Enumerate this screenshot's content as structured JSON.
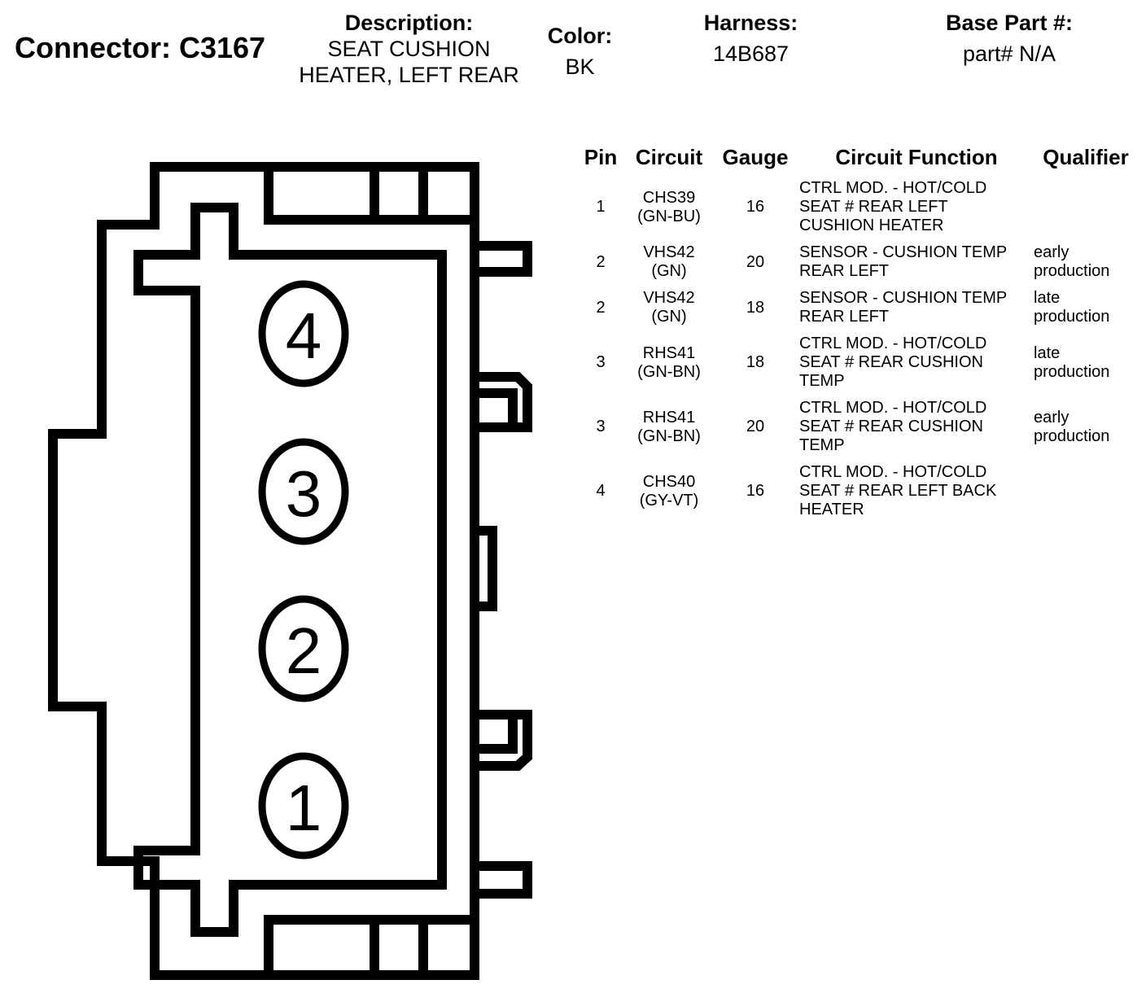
{
  "connector": {
    "label": "Connector: C3167"
  },
  "description": {
    "label": "Description:",
    "value_line1": "SEAT CUSHION",
    "value_line2": "HEATER, LEFT REAR"
  },
  "color": {
    "label": "Color:",
    "value": "BK"
  },
  "harness": {
    "label": "Harness:",
    "value": "14B687"
  },
  "base_part": {
    "label": "Base Part #:",
    "value": "part# N/A"
  },
  "pin_labels": [
    "4",
    "3",
    "2",
    "1"
  ],
  "table": {
    "headers": {
      "pin": "Pin",
      "circuit": "Circuit",
      "gauge": "Gauge",
      "function": "Circuit Function",
      "qualifier": "Qualifier"
    },
    "rows": [
      {
        "pin": "1",
        "circuit": "CHS39",
        "wire_color": "(GN-BU)",
        "gauge": "16",
        "function": [
          "CTRL MOD. - HOT/COLD",
          "SEAT # REAR LEFT",
          "CUSHION HEATER"
        ],
        "qualifier": [
          "",
          ""
        ]
      },
      {
        "pin": "2",
        "circuit": "VHS42",
        "wire_color": "(GN)",
        "gauge": "20",
        "function": [
          "SENSOR - CUSHION TEMP",
          "REAR LEFT",
          ""
        ],
        "qualifier": [
          "early",
          "production"
        ]
      },
      {
        "pin": "2",
        "circuit": "VHS42",
        "wire_color": "(GN)",
        "gauge": "18",
        "function": [
          "SENSOR - CUSHION TEMP",
          "REAR LEFT",
          ""
        ],
        "qualifier": [
          "late",
          "production"
        ]
      },
      {
        "pin": "3",
        "circuit": "RHS41",
        "wire_color": "(GN-BN)",
        "gauge": "18",
        "function": [
          "CTRL MOD. - HOT/COLD",
          "SEAT # REAR CUSHION",
          "TEMP"
        ],
        "qualifier": [
          "late",
          "production"
        ]
      },
      {
        "pin": "3",
        "circuit": "RHS41",
        "wire_color": "(GN-BN)",
        "gauge": "20",
        "function": [
          "CTRL MOD. - HOT/COLD",
          "SEAT # REAR CUSHION",
          "TEMP"
        ],
        "qualifier": [
          "early",
          "production"
        ]
      },
      {
        "pin": "4",
        "circuit": "CHS40",
        "wire_color": "(GY-VT)",
        "gauge": "16",
        "function": [
          "CTRL MOD. - HOT/COLD",
          "SEAT # REAR LEFT BACK",
          "HEATER"
        ],
        "qualifier": [
          "",
          ""
        ]
      }
    ]
  }
}
